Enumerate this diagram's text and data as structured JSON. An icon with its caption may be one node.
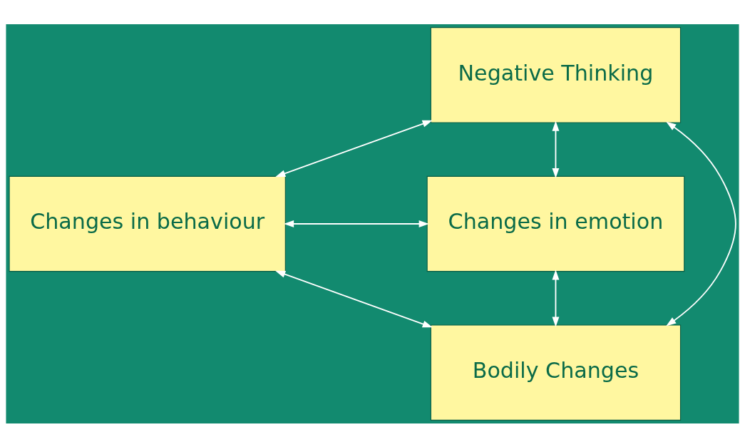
{
  "diagram": {
    "nodes": [
      {
        "text": [
          "Negative Thinking"
        ]
      },
      {
        "text": [
          "Changes in behaviour"
        ]
      },
      {
        "text": [
          "Changes in emotion"
        ]
      },
      {
        "text": [
          "Bodily Changes"
        ]
      }
    ],
    "edges": [
      {
        "from": 0,
        "to": 1,
        "arrow": "both"
      },
      {
        "from": 0,
        "to": 2,
        "arrow": "both"
      },
      {
        "from": 0,
        "to": 3,
        "arrow": "both"
      },
      {
        "from": 1,
        "to": 2,
        "arrow": "both"
      },
      {
        "from": 1,
        "to": 3,
        "arrow": "both"
      },
      {
        "from": 2,
        "to": 3,
        "arrow": "both"
      }
    ]
  }
}
